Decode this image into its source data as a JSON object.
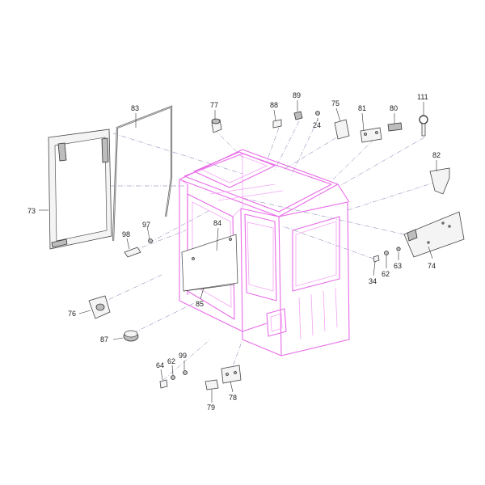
{
  "diagram": {
    "callouts": [
      {
        "id": "c73",
        "label": "73"
      },
      {
        "id": "c83",
        "label": "83"
      },
      {
        "id": "c77",
        "label": "77"
      },
      {
        "id": "c88",
        "label": "88"
      },
      {
        "id": "c89",
        "label": "89"
      },
      {
        "id": "c24",
        "label": "24"
      },
      {
        "id": "c75",
        "label": "75"
      },
      {
        "id": "c81",
        "label": "81"
      },
      {
        "id": "c80",
        "label": "80"
      },
      {
        "id": "c111",
        "label": "111"
      },
      {
        "id": "c82",
        "label": "82"
      },
      {
        "id": "c74",
        "label": "74"
      },
      {
        "id": "c63",
        "label": "63"
      },
      {
        "id": "c62a",
        "label": "62"
      },
      {
        "id": "c34",
        "label": "34"
      },
      {
        "id": "c97",
        "label": "97"
      },
      {
        "id": "c98",
        "label": "98"
      },
      {
        "id": "c84",
        "label": "84"
      },
      {
        "id": "c85",
        "label": "85"
      },
      {
        "id": "c76",
        "label": "76"
      },
      {
        "id": "c87",
        "label": "87"
      },
      {
        "id": "c99",
        "label": "99"
      },
      {
        "id": "c62b",
        "label": "62"
      },
      {
        "id": "c64",
        "label": "64"
      },
      {
        "id": "c78",
        "label": "78"
      },
      {
        "id": "c79",
        "label": "79"
      }
    ]
  }
}
